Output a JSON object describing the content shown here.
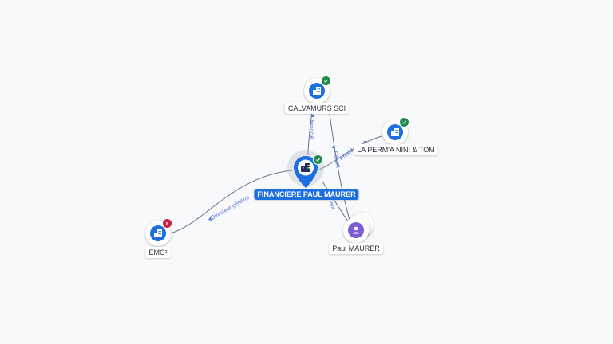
{
  "colors": {
    "company_fill": "#1d6fe0",
    "person_fill": "#7b5bd6",
    "status_ok": "#1f8a4c",
    "status_ko": "#d1193e",
    "edge": "#6b7385",
    "edge_label": "#4f6fd6"
  },
  "nodes": {
    "main": {
      "label": "FINANCIERE PAUL MAURER",
      "icon": "building-icon",
      "status": "ok"
    },
    "calvamurs": {
      "label": "CALVAMURS SCI",
      "icon": "building-icon",
      "status": "ok"
    },
    "laperma": {
      "label": "LA PERM'A NINI & TOM",
      "icon": "building-icon",
      "status": "ok"
    },
    "emc": {
      "label": "EMC²",
      "icon": "building-icon",
      "status": "closed"
    },
    "paul": {
      "label": "Paul MAURER",
      "icon": "person-icon"
    }
  },
  "edges": {
    "associe": "Associé",
    "president": "Présid...",
    "gerant": "Gérant",
    "directeur": "Directeur général",
    "ent": "ent"
  }
}
